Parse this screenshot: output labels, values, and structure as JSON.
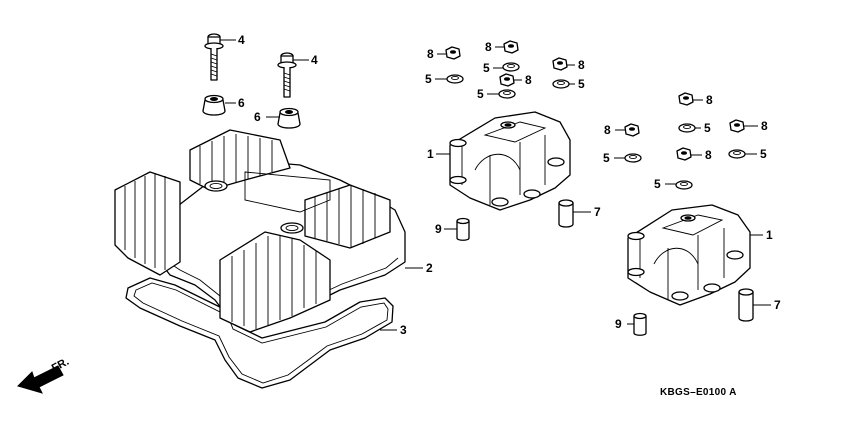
{
  "diagram": {
    "part_code": "KBGS–E0100 A",
    "direction_label": "FR.",
    "callouts": [
      {
        "id": "bolt-left",
        "text": "4"
      },
      {
        "id": "bolt-right",
        "text": "4"
      },
      {
        "id": "grommet-left",
        "text": "6"
      },
      {
        "id": "grommet-right",
        "text": "6"
      },
      {
        "id": "cover",
        "text": "2"
      },
      {
        "id": "gasket",
        "text": "3"
      },
      {
        "id": "holder-left",
        "text": "1"
      },
      {
        "id": "holder-right",
        "text": "1"
      },
      {
        "id": "dowel-left",
        "text": "9"
      },
      {
        "id": "dowel-right",
        "text": "9"
      },
      {
        "id": "collar-left",
        "text": "7"
      },
      {
        "id": "collar-right",
        "text": "7"
      },
      {
        "id": "nut-a",
        "text": "8"
      },
      {
        "id": "nut-b",
        "text": "8"
      },
      {
        "id": "nut-c",
        "text": "8"
      },
      {
        "id": "nut-d",
        "text": "8"
      },
      {
        "id": "nut-e",
        "text": "8"
      },
      {
        "id": "nut-f",
        "text": "8"
      },
      {
        "id": "nut-g",
        "text": "8"
      },
      {
        "id": "nut-h",
        "text": "8"
      },
      {
        "id": "washer-a",
        "text": "5"
      },
      {
        "id": "washer-b",
        "text": "5"
      },
      {
        "id": "washer-c",
        "text": "5"
      },
      {
        "id": "washer-d",
        "text": "5"
      },
      {
        "id": "washer-e",
        "text": "5"
      },
      {
        "id": "washer-f",
        "text": "5"
      },
      {
        "id": "washer-g",
        "text": "5"
      },
      {
        "id": "washer-h",
        "text": "5"
      }
    ]
  }
}
